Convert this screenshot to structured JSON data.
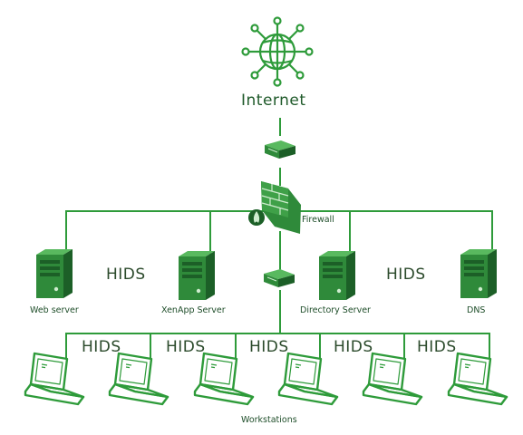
{
  "colors": {
    "line": "#2e9b3a",
    "device_dark": "#1c5f27",
    "device_mid": "#2f8a3a",
    "device_light": "#59b95f",
    "text": "#1f4e2a"
  },
  "internet": {
    "label": "Internet",
    "icon": "globe-network-icon"
  },
  "router_label": "",
  "firewall": {
    "label": "Firewall",
    "icon": "brick-wall-flame-icon"
  },
  "servers": [
    {
      "label": "Web server",
      "icon": "server-tower-icon"
    },
    {
      "label": "XenApp Server",
      "icon": "server-tower-icon"
    },
    {
      "label": "Directory Server",
      "icon": "server-tower-icon"
    },
    {
      "label": "DNS",
      "icon": "server-tower-icon"
    }
  ],
  "server_hids": [
    "HIDS",
    "HIDS"
  ],
  "workstation_hids": [
    "HIDS",
    "HIDS",
    "HIDS",
    "HIDS",
    "HIDS"
  ],
  "workstations": {
    "label": "Workstations",
    "count": 6,
    "icon": "laptop-icon"
  }
}
